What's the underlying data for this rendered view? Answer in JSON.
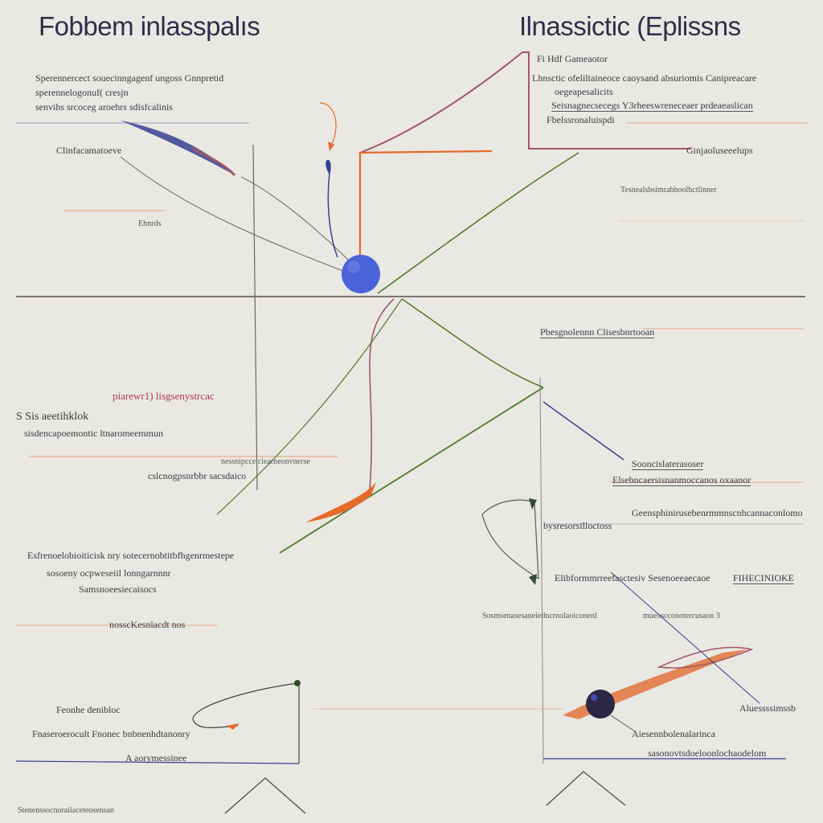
{
  "titles": {
    "left": "Fobbem inlasspalıs",
    "right": "Ilnassictic (Eplissns"
  },
  "labels": [
    {
      "id": "t1",
      "text": "Sperennercect  souecinngagenf ungoss Gnnpretid"
    },
    {
      "id": "t2",
      "text": "sperennelogonuf(  cresjn"
    },
    {
      "id": "t3",
      "text": "senvihs  srcoceg  aroehrs sdisfcalinis"
    },
    {
      "id": "t4",
      "text": "Clinfacamatoeve"
    },
    {
      "id": "t5",
      "text": "Ehnrds"
    },
    {
      "id": "t6",
      "text": "Fi Hdf Gameaotor"
    },
    {
      "id": "t7",
      "text": "Lhnsctic ofeliltaineoce  caoysand  absuriomis  Canipreacare"
    },
    {
      "id": "t8",
      "text": "oegeapesalicits"
    },
    {
      "id": "t9",
      "text": "Seisnagnecsecegs  Y3rheeswreneceaer  prdeaeaslican"
    },
    {
      "id": "t10",
      "text": "Fbelssronaluispdi"
    },
    {
      "id": "t11",
      "text": "Ginjaoluseeelups"
    },
    {
      "id": "t12",
      "text": "Pbesgnolennn  Clisesbnrtooan"
    },
    {
      "id": "t13",
      "text": "S  Sis aeetihklok"
    },
    {
      "id": "t14",
      "text": "sisdencapoemontic  ltnaromeemmun"
    },
    {
      "id": "t15",
      "text": "piarewr1) lisgsenystrcac"
    },
    {
      "id": "t16",
      "text": "nessnipcce  ciearneonvnerse"
    },
    {
      "id": "t17",
      "text": "cslcnogpsnrbbr  sacsdaico"
    },
    {
      "id": "t18",
      "text": "Sooncislaterasoser"
    },
    {
      "id": "t19",
      "text": "Elsebncaersisnanmoccanos  oxaanor"
    },
    {
      "id": "t20",
      "text": "Geensphinirusebenrmmnscnhcannaconlomo"
    },
    {
      "id": "t21",
      "text": "bysresorsilloctoss"
    },
    {
      "id": "t22",
      "text": "Esfrenoelobioiticisk  nry  sotecernobtitbfhgenrmestepe"
    },
    {
      "id": "t23",
      "text": "sosoeny ocpweseiil  lonngarnnnr"
    },
    {
      "id": "t24",
      "text": "Samsnoeesiecaisocs"
    },
    {
      "id": "t25",
      "text": "Elibformmrreefasctesiv  Sesenoeeaecaoe"
    },
    {
      "id": "t26",
      "text": "FIHECINIOKE"
    },
    {
      "id": "t27",
      "text": "nosscKesnlacdt  nos"
    },
    {
      "id": "t28",
      "text": "Feonhe  denibloc"
    },
    {
      "id": "t29",
      "text": "Fnaseroerocult  Fnonec  bnbnenhdtanonry"
    },
    {
      "id": "t30",
      "text": "A  aorymessinee"
    },
    {
      "id": "t31",
      "text": "Stenenssocnoraiiaceteosensan"
    },
    {
      "id": "t32",
      "text": "Aiesennbolenalarinca"
    },
    {
      "id": "t33",
      "text": "sasonovtsdoeloonlochaodelom"
    },
    {
      "id": "t34",
      "text": "Aluessssimssb"
    },
    {
      "id": "t35",
      "text": "Tesnealsbsimrahhoolbctlinner"
    },
    {
      "id": "t36",
      "text": "Sosmsenasesaneiedncrnolaoiconenl"
    },
    {
      "id": "t37",
      "text": "mueoscconotercusaon  3"
    }
  ],
  "colors": {
    "background": "#e9e8e3",
    "ball_blue": "#4b63d8",
    "ball_dark": "#2d2746",
    "axis": "#5a4a4e",
    "green": "#4f7a2d",
    "orange": "#e56a2a",
    "mauve": "#a05866",
    "navy": "#3a3f92"
  },
  "icons": [
    "blue-ball-icon",
    "dark-ball-icon",
    "arrowhead-icon"
  ]
}
